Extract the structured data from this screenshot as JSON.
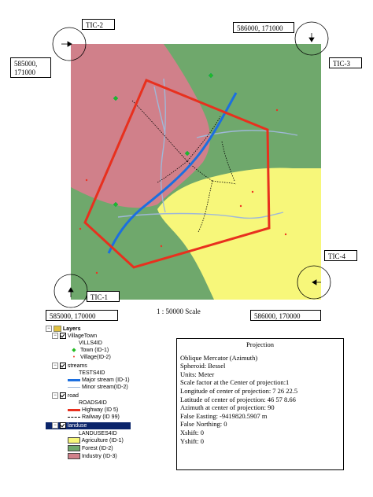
{
  "tics": {
    "tic2": "TIC-2",
    "tic3": "TIC-3",
    "tic4": "TIC-4",
    "tic1": "TIC-1"
  },
  "coords": {
    "top_right": "586000, 171000",
    "top_left_line1": "585000,",
    "top_left_line2": "171000",
    "bottom_left": "585000, 170000",
    "bottom_right": "586000, 170000"
  },
  "scale": "1 : 50000 Scale",
  "legend": {
    "header": "Layers",
    "village_layer": "VillageTown",
    "village_field": "VILLS4ID",
    "town": "Town (ID-1)",
    "village": "Village(ID-2)",
    "streams_layer": "streams",
    "streams_field": "TESTS4ID",
    "major_stream": "Major stream (ID-1)",
    "minor_stream": "Minor stream(ID-2)",
    "road_layer": "road",
    "road_field": "ROADS4ID",
    "highway": "Highway (ID 5)",
    "railway": "Railway (ID 99)",
    "landuse_layer": "landuse",
    "landuse_field": "LANDUSES4ID",
    "agriculture": "Agriculture (ID-1)",
    "forest": "Forest (ID-2)",
    "industry": "Industry (ID-3)"
  },
  "projection": {
    "title": "Projection",
    "lines": [
      "Oblique Mercator (Azimuth)",
      "Spheroid: Bessel",
      "Units: Meter",
      "Scale factor at the Center of projection:1",
      "Longitude of center of projection: 7 26 22.5",
      "Latitude of center of projection: 46 57 8.66",
      "Azimuth at center of projection: 90",
      "False Easting: -9419820.5907 m",
      "False Northing: 0",
      "Xshift: 0",
      "Yshift: 0"
    ]
  },
  "colors": {
    "forest": "#6fa86c",
    "industry": "#d0808a",
    "agriculture": "#f7f77a",
    "highway": "#e8301e",
    "major_stream": "#1c6fe0",
    "minor_stream": "#9fb8d8",
    "town": "#22bb22",
    "village": "#ee3322",
    "selection": "#0a246a"
  }
}
